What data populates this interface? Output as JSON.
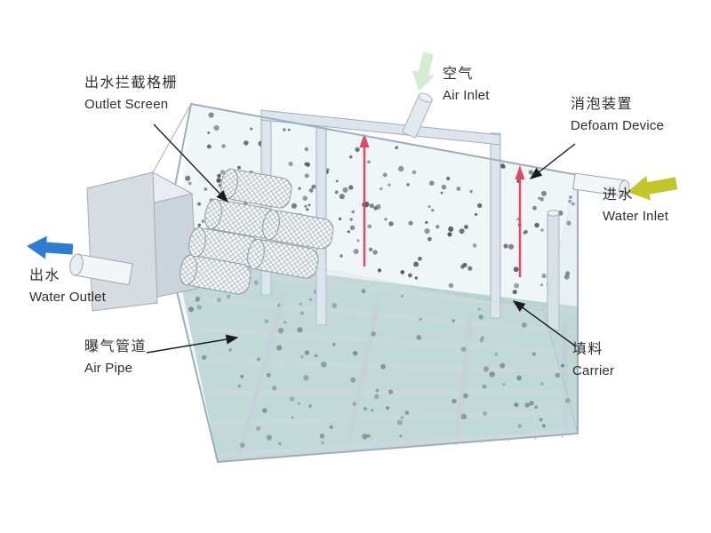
{
  "labels": {
    "outlet_screen": {
      "zh": "出水拦截格栅",
      "en": "Outlet Screen"
    },
    "air_inlet": {
      "zh": "空气",
      "en": "Air Inlet"
    },
    "defoam_device": {
      "zh": "消泡装置",
      "en": "Defoam Device"
    },
    "water_inlet": {
      "zh": "进水",
      "en": "Water Inlet"
    },
    "water_outlet": {
      "zh": "出水",
      "en": "Water Outlet"
    },
    "air_pipe": {
      "zh": "曝气管道",
      "en": "Air Pipe"
    },
    "carrier": {
      "zh": "填料",
      "en": "Carrier"
    }
  },
  "colors": {
    "water_outlet_arrow": "#2e7dd1",
    "water_inlet_arrow": "#c3c52d",
    "air_inlet_arrow": "#d6ecd0",
    "defoam_rod": "#dd4a63",
    "tank_water": "#b7d6d0",
    "pointer": "#1c1c1c"
  }
}
